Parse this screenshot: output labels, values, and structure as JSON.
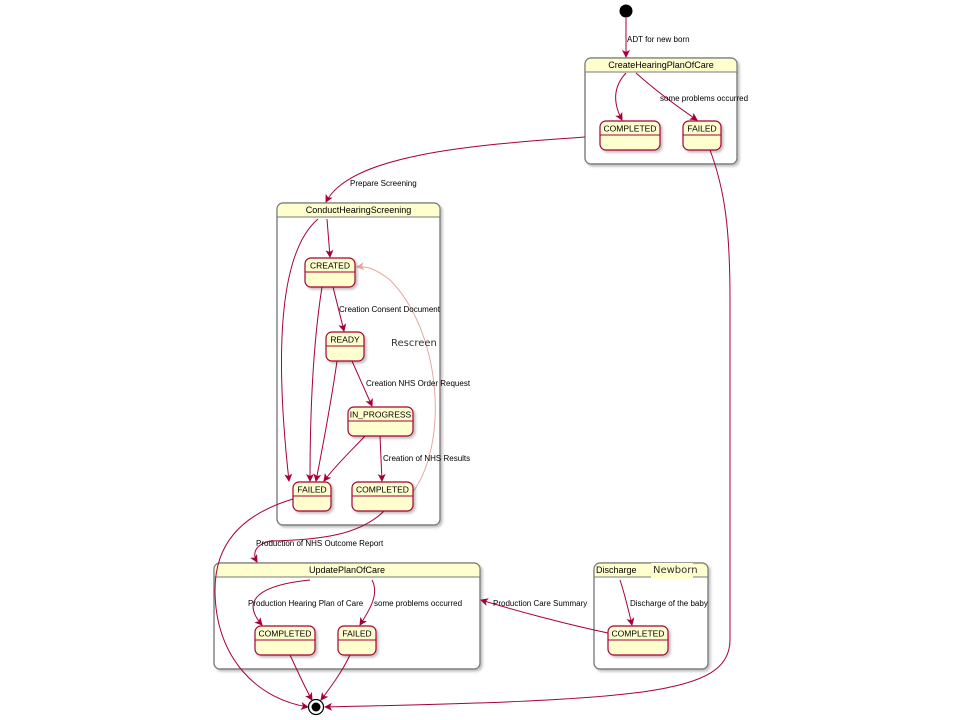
{
  "colors": {
    "state_fill": "#FEFECE",
    "state_stroke": "#A80036",
    "composite_border": "#7a7a7a",
    "arrow": "#A80036",
    "rescreen_arrow": "#E4A9A2"
  },
  "composites": [
    {
      "id": "create",
      "title": "CreateHearingPlanOfCare"
    },
    {
      "id": "conduct",
      "title": "ConductHearingScreening"
    },
    {
      "id": "update",
      "title": "UpdatePlanOfCare"
    },
    {
      "id": "discharge",
      "title": "Discharge"
    }
  ],
  "states": [
    {
      "id": "create-completed",
      "label": "COMPLETED"
    },
    {
      "id": "create-failed",
      "label": "FAILED"
    },
    {
      "id": "conduct-created",
      "label": "CREATED"
    },
    {
      "id": "conduct-ready",
      "label": "READY"
    },
    {
      "id": "conduct-in-progress",
      "label": "IN_PROGRESS"
    },
    {
      "id": "conduct-failed",
      "label": "FAILED"
    },
    {
      "id": "conduct-completed",
      "label": "COMPLETED"
    },
    {
      "id": "update-completed",
      "label": "COMPLETED"
    },
    {
      "id": "update-failed",
      "label": "FAILED"
    },
    {
      "id": "discharge-completed",
      "label": "COMPLETED"
    }
  ],
  "transitions": [
    {
      "id": "adt",
      "label": "ADT for new born"
    },
    {
      "id": "some-problems-1",
      "label": "some problems occurred"
    },
    {
      "id": "prepare-screening",
      "label": "Prepare Screening"
    },
    {
      "id": "creation-consent",
      "label": "Creation Consent Document"
    },
    {
      "id": "creation-nhs-order",
      "label": "Creation NHS Order Request"
    },
    {
      "id": "creation-nhs-results",
      "label": "Creation of NHS Results"
    },
    {
      "id": "production-nhs-outcome",
      "label": "Production of NHS Outcome Report"
    },
    {
      "id": "production-hearing-plan",
      "label": "Production Hearing Plan of Care"
    },
    {
      "id": "some-problems-2",
      "label": "some problems occurred"
    },
    {
      "id": "production-care-summary",
      "label": "Production Care Summary"
    },
    {
      "id": "discharge-baby",
      "label": "Discharge of the baby"
    }
  ],
  "overlays": {
    "rescreen": "Rescreen",
    "newborn": "Newborn"
  }
}
